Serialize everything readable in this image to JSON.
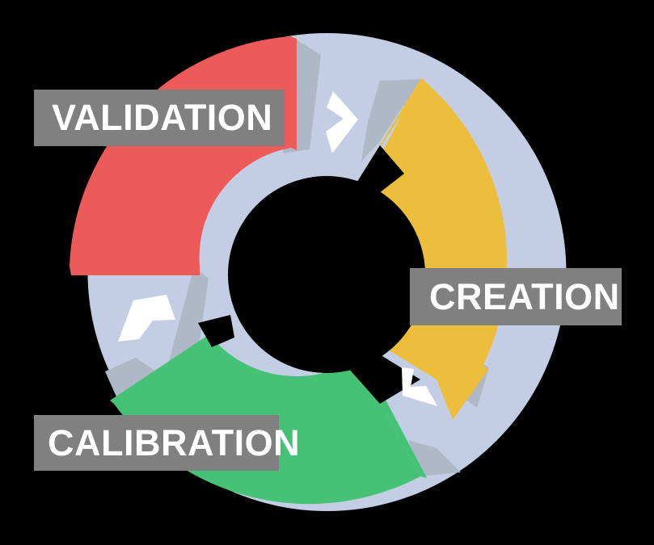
{
  "diagram": {
    "type": "cyclical-process-ring",
    "title": "",
    "background_color": "#000000",
    "stages": [
      {
        "id": "validation",
        "label": "VALIDATION",
        "color": "#EC5A5A",
        "position": "upper-left",
        "order": 3
      },
      {
        "id": "creation",
        "label": "CREATION",
        "color": "#EDBE3C",
        "position": "right",
        "order": 1
      },
      {
        "id": "calibration",
        "label": "CALIBRATION",
        "color": "#45C275",
        "position": "lower-left",
        "order": 2
      }
    ],
    "connectors": [
      {
        "id": "connector-validation-to-creation",
        "icon": "chevron-right-icon",
        "color": "#C3CEE5",
        "shadow_color": "#AFB8C6",
        "direction": "clockwise"
      },
      {
        "id": "connector-creation-to-calibration",
        "icon": "chevron-left-down-icon",
        "color": "#C3CEE5",
        "shadow_color": "#AFB8C6",
        "direction": "clockwise"
      },
      {
        "id": "connector-calibration-to-validation",
        "icon": "chevron-up-icon",
        "color": "#C3CEE5",
        "shadow_color": "#AFB8C6",
        "direction": "clockwise"
      }
    ],
    "label_style": {
      "background_color": "#808080",
      "text_color": "#FFFFFF"
    },
    "center": {
      "fill": "#000000"
    }
  }
}
